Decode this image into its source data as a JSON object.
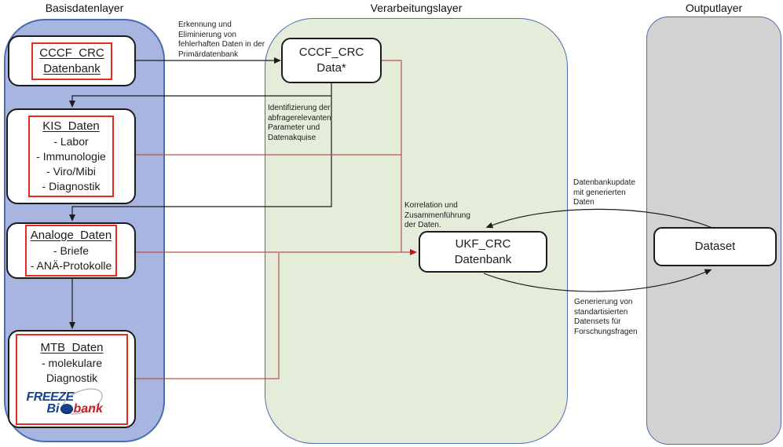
{
  "layers": {
    "basis": {
      "title": "Basisdatenlayer",
      "fill": "#a7b5e0",
      "border": "#4a6cb3"
    },
    "verarbeitung": {
      "title": "Verarbeitungslayer",
      "fill": "#e4ecda",
      "border": "#4a6cb3"
    },
    "output": {
      "title": "Outputlayer",
      "fill": "#d2d2d2",
      "border": "#4a6cb3"
    }
  },
  "nodes": {
    "cccf_db": {
      "line1": "CCCF_CRC",
      "line2": "Datenbank"
    },
    "kis": {
      "title": "KIS_Daten",
      "items": [
        "- Labor",
        "- Immunologie",
        "- Viro/Mibi",
        "- Diagnostik"
      ]
    },
    "analoge": {
      "title": "Analoge_Daten",
      "items": [
        "- Briefe",
        "- ANÄ-Protokolle"
      ]
    },
    "mtb": {
      "title": "MTB_Daten",
      "items": [
        "- molekulare",
        "Diagnostik"
      ],
      "logo": {
        "freeze": "FREEZE",
        "bi": "Bi",
        "bank": "bank"
      }
    },
    "cccf_data": {
      "line1": "CCCF_CRC",
      "line2": "Data*"
    },
    "ukf": {
      "line1": "UKF_CRC",
      "line2": "Datenbank"
    },
    "dataset": {
      "label": "Dataset"
    }
  },
  "annotations": {
    "erkennung": "Erkennung und\nEliminierung von\nfehlerhaften Daten in der\nPrimärdatenbank",
    "identifizierung": "Identifizierung der\nabfragerelevanten\nParameter und\nDatenakquise",
    "korrelation": "Korrelation und\nZusammenführung\nder Daten.",
    "datenbankupdate": "Datenbankupdate\nmit generierten\nDaten",
    "generierung": "Generierung von\nstandartisierten\nDatensets für\nForschungsfragen"
  },
  "colors": {
    "red_frame": "#e32b22",
    "red_line": "#b85450",
    "red_arrow": "#b02018",
    "black_line": "#1c1c1c",
    "node_bg": "#ffffff"
  }
}
